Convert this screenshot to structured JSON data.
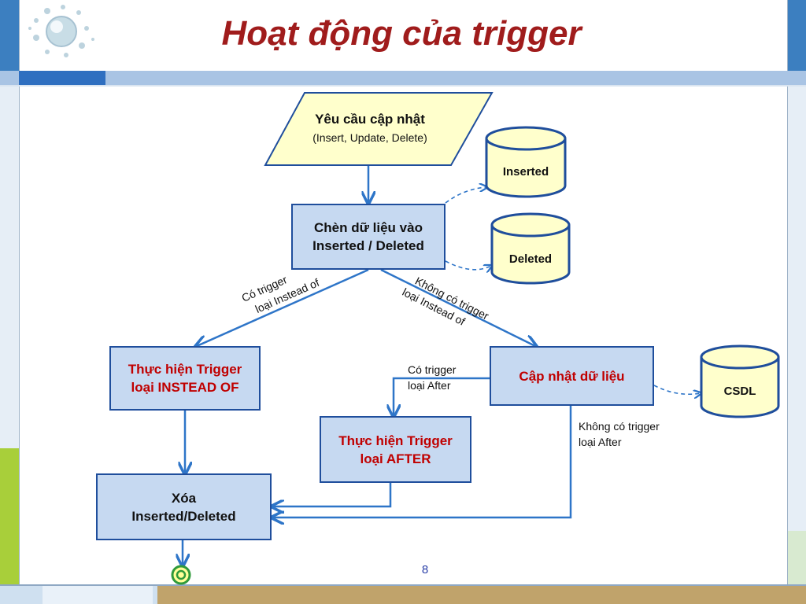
{
  "slide": {
    "title": "Hoạt động của trigger",
    "page_number": "8"
  },
  "nodes": {
    "request": {
      "line1": "Yêu cầu cập nhật",
      "line2": "(Insert, Update, Delete)"
    },
    "insert_temp": {
      "line1": "Chèn dữ liệu vào",
      "line2": "Inserted / Deleted"
    },
    "instead_of": {
      "line1": "Thực hiện Trigger",
      "line2": "loại INSTEAD OF"
    },
    "update_data": {
      "line1": "Cập nhật dữ liệu"
    },
    "after": {
      "line1": "Thực hiện Trigger",
      "line2": "loại  AFTER"
    },
    "delete_temp": {
      "line1": "Xóa",
      "line2": "Inserted/Deleted"
    }
  },
  "databases": {
    "inserted": "Inserted",
    "deleted": "Deleted",
    "csdl": "CSDL"
  },
  "edge_labels": {
    "has_instead_of": {
      "line1": "Có trigger",
      "line2": "loại Instead of"
    },
    "no_instead_of": {
      "line1": "Không có trigger",
      "line2": "loại Instead of"
    },
    "has_after": {
      "line1": "Có trigger",
      "line2": "loại After"
    },
    "no_after": {
      "line1": "Không có trigger",
      "line2": "loại After"
    }
  },
  "colors": {
    "title": "#a01c1c",
    "box_fill": "#c6d9f1",
    "box_border": "#1f4e9c",
    "cylinder_fill": "#ffffcc",
    "arrow": "#2e75c8",
    "highlight_text": "#c00000"
  }
}
